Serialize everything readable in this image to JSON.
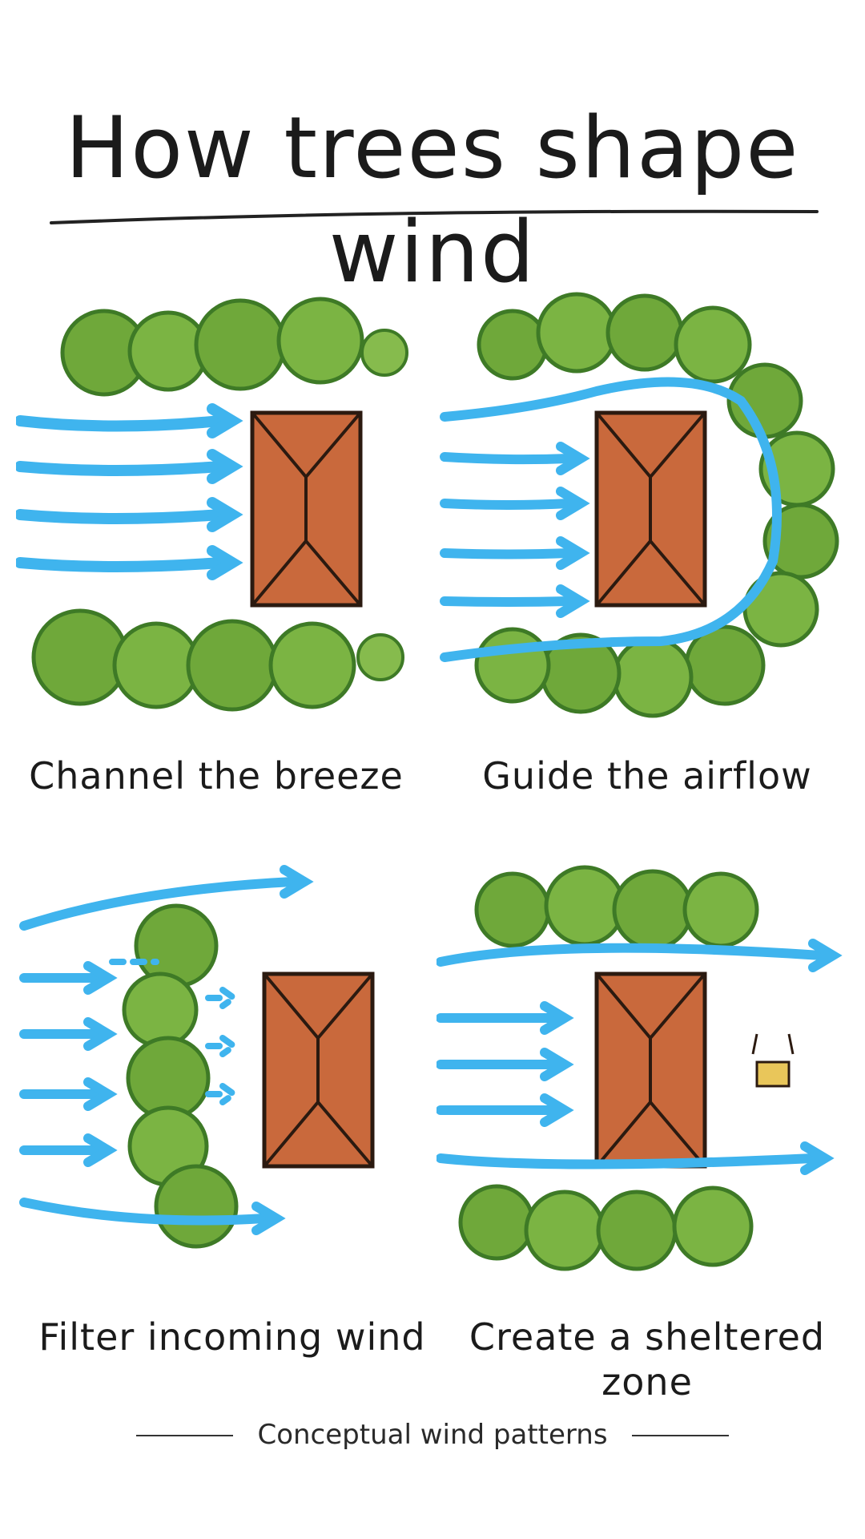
{
  "title": "How trees shape wind",
  "panels": [
    {
      "caption": "Channel the breeze"
    },
    {
      "caption": "Guide the airflow"
    },
    {
      "caption": "Filter incoming wind"
    },
    {
      "caption": "Create a sheltered zone"
    }
  ],
  "footer": "Conceptual wind patterns",
  "colors": {
    "wind": "#3fb4ee",
    "tree": "#6fa83a",
    "tree_dark": "#3e7a26",
    "roof": "#c9693c",
    "roof_line": "#2b1a10"
  }
}
